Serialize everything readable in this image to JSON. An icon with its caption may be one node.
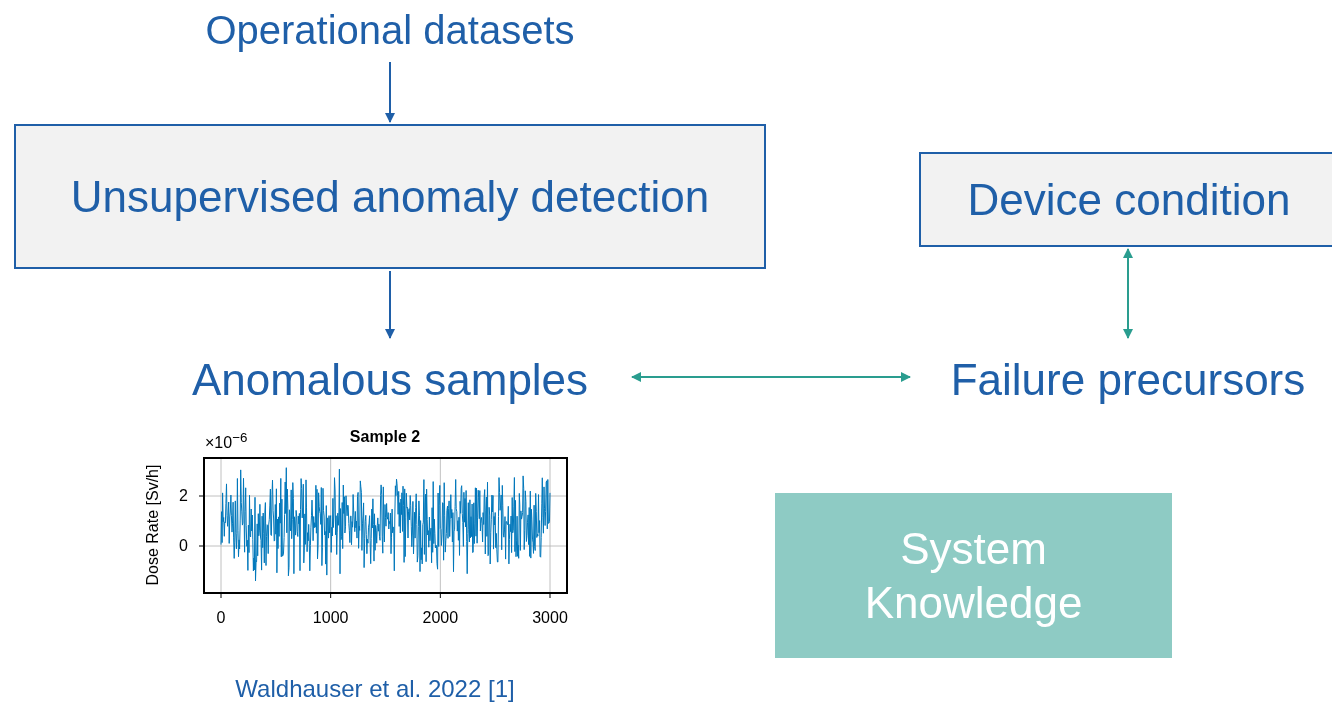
{
  "diagram": {
    "nodes": [
      {
        "text": [
          "Operational datasets"
        ]
      },
      {
        "text": [
          "Unsupervised anomaly detection"
        ]
      },
      {
        "text": [
          "Device condition"
        ]
      },
      {
        "text": [
          "Anomalous samples"
        ]
      },
      {
        "text": [
          "Failure precursors"
        ]
      },
      {
        "text": [
          "System Knowledge"
        ]
      }
    ],
    "edges": [
      {
        "from": 0,
        "to": 1,
        "arrow": "to",
        "color": "#1f5fa8"
      },
      {
        "from": 1,
        "to": 3,
        "arrow": "to",
        "color": "#1f5fa8"
      },
      {
        "from": 3,
        "to": 4,
        "arrow": "both",
        "color": "#2a9d8f"
      },
      {
        "from": 2,
        "to": 4,
        "arrow": "both",
        "color": "#2a9d8f"
      }
    ],
    "labels": [
      "×10$^{−6}$",
      "Sample 2",
      "Dose Rate [Sv/h]",
      "2",
      "0",
      "0",
      "1000",
      "2000",
      "3000",
      "Waldhauser et al. 2022 [1]"
    ]
  }
}
